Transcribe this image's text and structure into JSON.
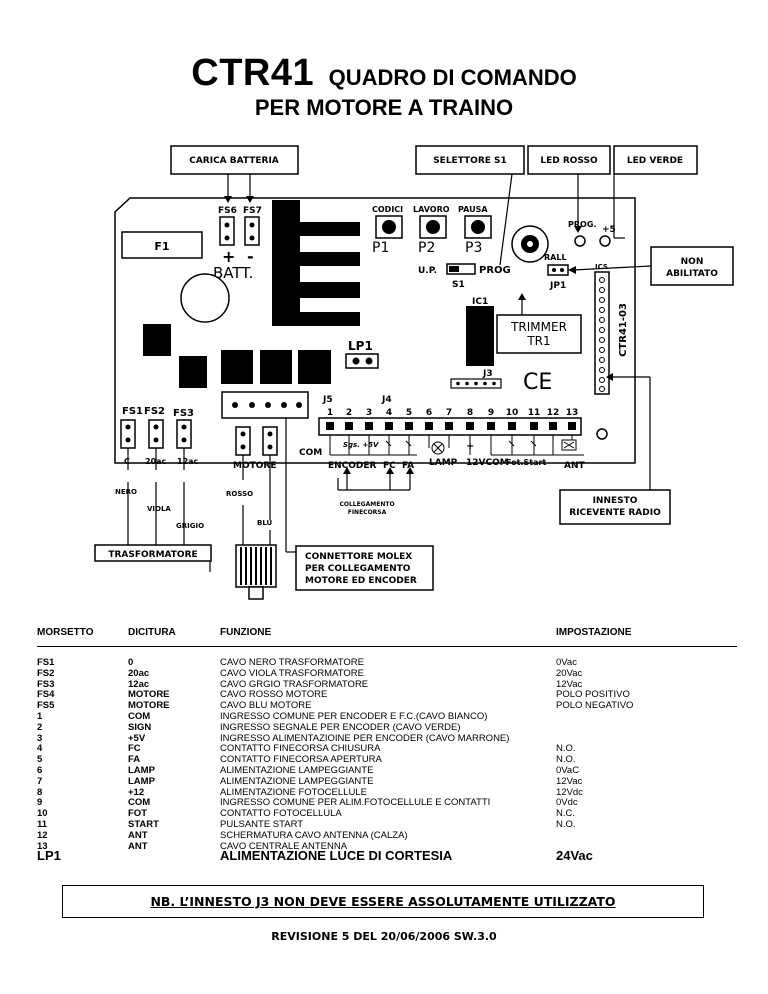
{
  "header": {
    "title": "CTR41",
    "subtitle": "QUADRO DI COMANDO",
    "subtitle2": "PER MOTORE A TRAINO"
  },
  "callouts": {
    "carica_batteria": "CARICA BATTERIA",
    "selettore": "SELETTORE S1",
    "led_rosso": "LED ROSSO",
    "led_verde": "LED VERDE",
    "non_abilitato": "NON ABILITATO",
    "trimmer_1": "TRIMMER",
    "trimmer_2": "TR1",
    "innesto_1": "INNESTO",
    "innesto_2": "RICEVENTE RADIO",
    "trasformatore": "TRASFORMATORE",
    "molex_1": "CONNETTORE MOLEX",
    "molex_2": "PER COLLEGAMENTO",
    "molex_3": "MOTORE ED ENCODER"
  },
  "board": {
    "fs6": "FS6",
    "fs7": "FS7",
    "plus": "+",
    "minus": "-",
    "batt": "BATT.",
    "f1": "F1",
    "codici": "CODICI",
    "lavoro": "LAVORO",
    "pausa": "PAUSA",
    "p1": "P1",
    "p2": "P2",
    "p3": "P3",
    "prog": "PROG.",
    "plus5": "+5",
    "rall": "RALL",
    "up": "U.P.",
    "prog2": "PROG",
    "s1": "S1",
    "jp1": "JP1",
    "ics": "ICS",
    "ic1": "IC1",
    "ctr4103": "CTR41-03",
    "lp1": "LP1",
    "j3": "J3",
    "ce": "CE",
    "j5": "J5",
    "j4": "J4",
    "terminals": [
      "1",
      "2",
      "3",
      "4",
      "5",
      "6",
      "7",
      "8",
      "9",
      "10",
      "11",
      "12",
      "13"
    ],
    "fs1": "FS1",
    "fs2": "FS2",
    "fs3": "FS3",
    "c": "C",
    "ac20": "20ac",
    "ac12": "12ac",
    "motore": "MOTORE",
    "com": "COM",
    "sgs": "Sgs. +5V",
    "encoder": "ENCODER",
    "fc": "FC",
    "fa": "FA",
    "lamp": "LAMP",
    "plus_sign": "+",
    "v12com": "12VCOM",
    "fotstart": "Fot.Start",
    "ant": "ANT"
  },
  "wires": {
    "nero": "NERO",
    "viola": "VIOLA",
    "grigio": "GRIGIO",
    "rosso": "ROSSO",
    "blu": "BLU",
    "collegamento_1": "COLLEGAMENTO",
    "collegamento_2": "FINECORSA"
  },
  "table": {
    "headers": [
      "MORSETTO",
      "DICITURA",
      "FUNZIONE",
      "IMPOSTAZIONE"
    ],
    "rows": [
      [
        "FS1",
        "0",
        "CAVO NERO TRASFORMATORE",
        "0Vac"
      ],
      [
        "FS2",
        "20ac",
        "CAVO VIOLA TRASFORMATORE",
        "20Vac"
      ],
      [
        "FS3",
        "12ac",
        "CAVO GRGIO TRASFORMATORE",
        "12Vac"
      ],
      [
        "FS4",
        "MOTORE",
        "CAVO ROSSO MOTORE",
        "POLO POSITIVO"
      ],
      [
        "FS5",
        "MOTORE",
        "CAVO BLU     MOTORE",
        "POLO NEGATIVO"
      ],
      [
        "1",
        "COM",
        "INGRESSO COMUNE PER ENCODER E F.C.(CAVO BIANCO)",
        ""
      ],
      [
        "2",
        "SIGN",
        "INGRESSO SEGNALE PER ENCODER (CAVO VERDE)",
        ""
      ],
      [
        "3",
        "+5V",
        "INGRESSO ALIMENTAZIOINE PER ENCODER (CAVO MARRONE)",
        ""
      ],
      [
        "4",
        "FC",
        "CONTATTO FINECORSA CHIUSURA",
        "N.O."
      ],
      [
        "5",
        "FA",
        "CONTATTO FINECORSA APERTURA",
        "N.O."
      ],
      [
        "6",
        "LAMP",
        "ALIMENTAZIONE LAMPEGGIANTE",
        "0VaC"
      ],
      [
        "7",
        "LAMP",
        "ALIMENTAZIONE LAMPEGGIANTE",
        "12Vac"
      ],
      [
        "8",
        "+12",
        "ALIMENTAZIONE FOTOCELLULE",
        "12Vdc"
      ],
      [
        "9",
        "COM",
        "INGRESSO COMUNE PER ALIM.FOTOCELLULE E CONTATTI",
        "0Vdc"
      ],
      [
        "10",
        "FOT",
        "CONTATTO FOTOCELLULA",
        "N.C."
      ],
      [
        "11",
        "START",
        "PULSANTE START",
        "N.O."
      ],
      [
        "12",
        "ANT",
        "SCHERMATURA CAVO ANTENNA (CALZA)",
        ""
      ],
      [
        "13",
        "ANT",
        "CAVO CENTRALE ANTENNA",
        ""
      ]
    ],
    "lp1_row": [
      "LP1",
      "ALIMENTAZIONE LUCE DI CORTESIA",
      "24Vac"
    ]
  },
  "note": "NB. L’INNESTO J3 NON DEVE ESSERE ASSOLUTAMENTE UTILIZZATO",
  "revision": "REVISIONE 5 DEL 20/06/2006 SW.3.0"
}
